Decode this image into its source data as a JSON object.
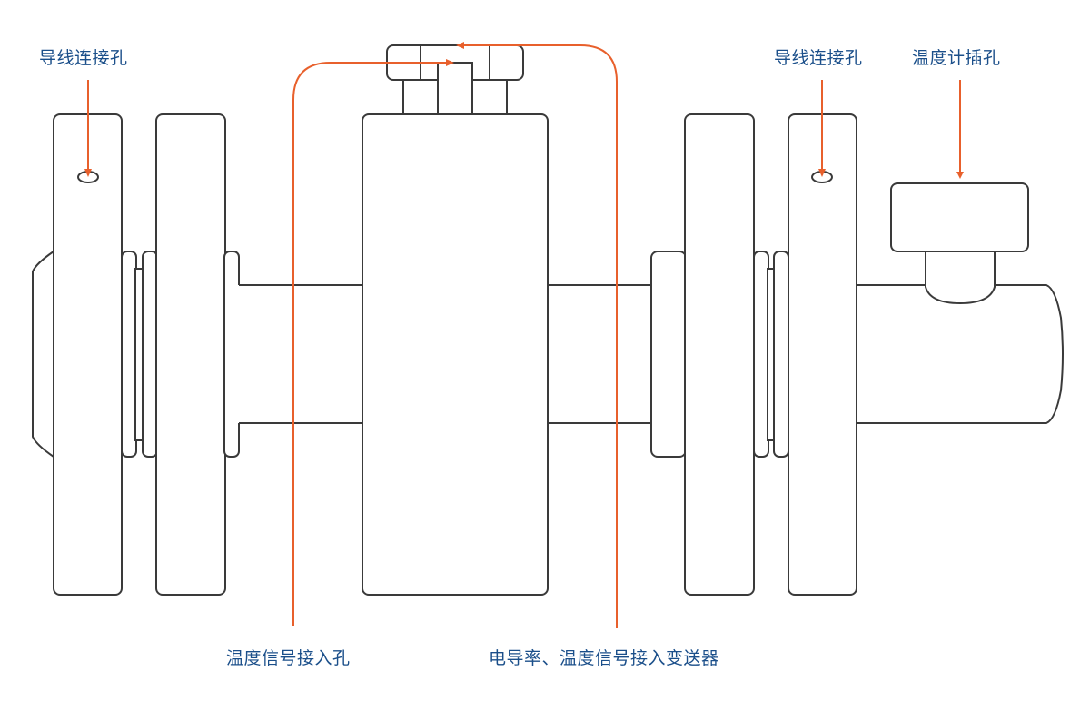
{
  "diagram": {
    "title": "",
    "colors": {
      "label_text": "#1b4f8a",
      "leader_line": "#e8602c",
      "outline": "#3a3a3a",
      "background": "#ffffff"
    },
    "labels": {
      "wire_hole_left": "导线连接孔",
      "wire_hole_right": "导线连接孔",
      "thermometer_socket": "温度计插孔",
      "temp_signal_inlet": "温度信号接入孔",
      "transmitter_inlet": "电导率、温度信号接入变送器"
    }
  }
}
